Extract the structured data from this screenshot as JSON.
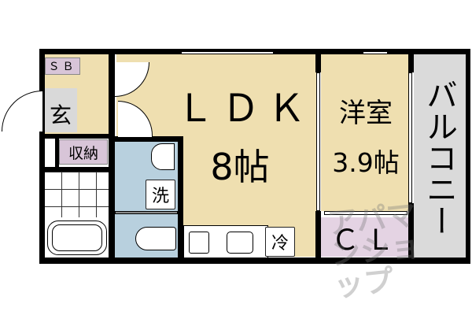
{
  "floorplan": {
    "rooms": {
      "ldk": {
        "name": "ＬＤＫ",
        "size": "8帖"
      },
      "western_room": {
        "name": "洋室",
        "size": "3.9帖"
      },
      "balcony": {
        "name": "バルコニー"
      },
      "closet": {
        "name": "ＣＬ"
      },
      "shoe_box": {
        "name": "ＳＢ"
      },
      "entrance": {
        "name": "玄"
      },
      "storage": {
        "name": "収納"
      },
      "washer": {
        "name": "洗"
      },
      "fridge": {
        "name": "冷"
      }
    },
    "colors": {
      "ldk_floor": "#efdfb0",
      "wet_area": "#b8d0de",
      "closet": "#e4d3e3",
      "balcony": "#dadada",
      "entrance": "#d9d9d9",
      "wall": "#000000"
    },
    "watermark": "アパマンショップ"
  }
}
